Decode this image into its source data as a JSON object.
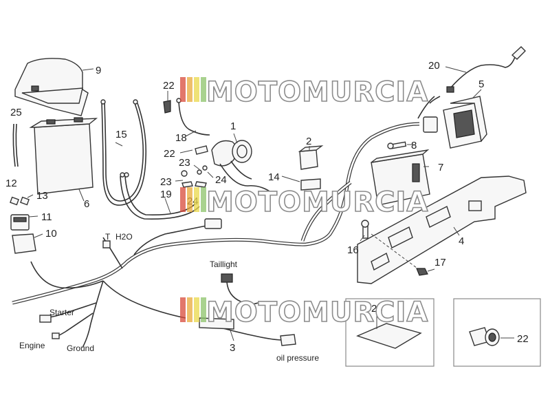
{
  "watermark": {
    "brand": "MOTOMURCIA",
    "stripe_colors": [
      "#d84a3a",
      "#e8a93a",
      "#e9d84a",
      "#8cc36a",
      "#58b0d8"
    ]
  },
  "callouts": {
    "c1": "1",
    "c2": "2",
    "c3": "3",
    "c4": "4",
    "c5": "5",
    "c6": "6",
    "c7": "7",
    "c8": "8",
    "c9": "9",
    "c10": "10",
    "c11": "11",
    "c12": "12",
    "c13": "13",
    "c14": "14",
    "c15": "15",
    "c16": "16",
    "c17": "17",
    "c18": "18",
    "c19": "19",
    "c20": "20",
    "c22a": "22",
    "c22b": "22",
    "c22c": "22",
    "c23a": "23",
    "c23b": "23",
    "c24a": "24",
    "c24b": "24",
    "c25": "25",
    "c26": "26"
  },
  "wire_labels": {
    "h2o_t": "T",
    "h2o": "H2O",
    "taillight": "Taillight",
    "starter": "Starter",
    "engine": "Engine",
    "ground": "Ground",
    "oil_pressure": "oil pressure"
  }
}
